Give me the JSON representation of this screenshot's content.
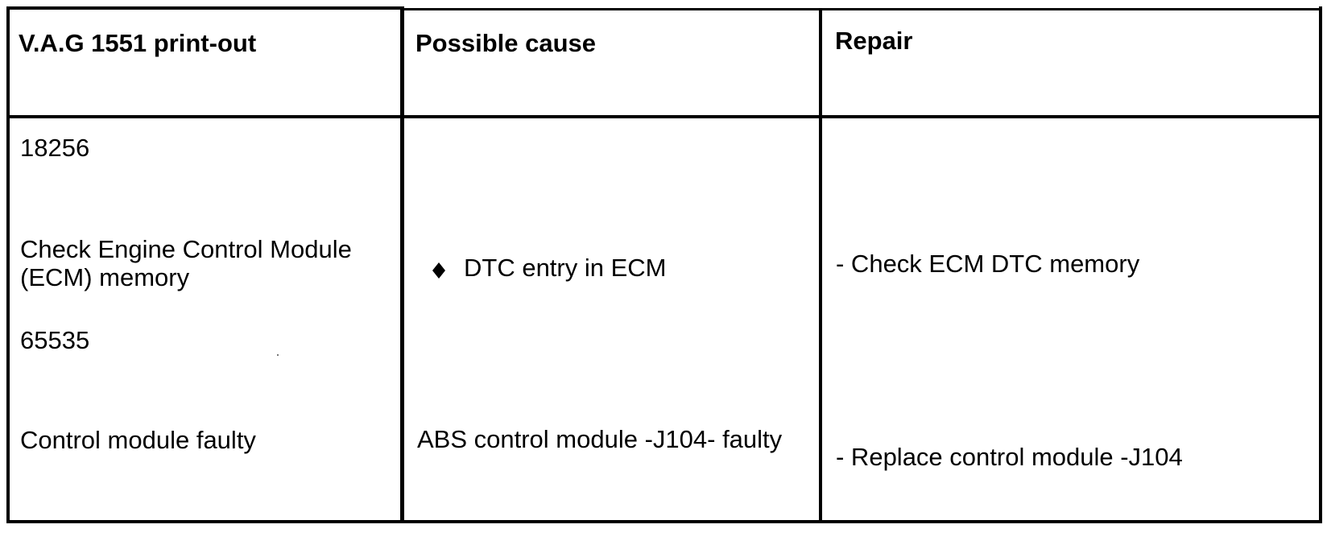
{
  "table": {
    "headers": {
      "col1": "V.A.G 1551 print-out",
      "col2": "Possible cause",
      "col3": "Repair"
    },
    "rows": [
      {
        "code": "18256",
        "description": "Check Engine Control Module (ECM) memory",
        "cause": "DTC entry in ECM",
        "cause_bullet_icon": "diamond-bullet-icon",
        "repair": "- Check ECM DTC memory"
      },
      {
        "code": "65535",
        "description": "Control module faulty",
        "cause": "ABS control module -J104- faulty",
        "repair": "- Replace control module -J104"
      }
    ]
  }
}
